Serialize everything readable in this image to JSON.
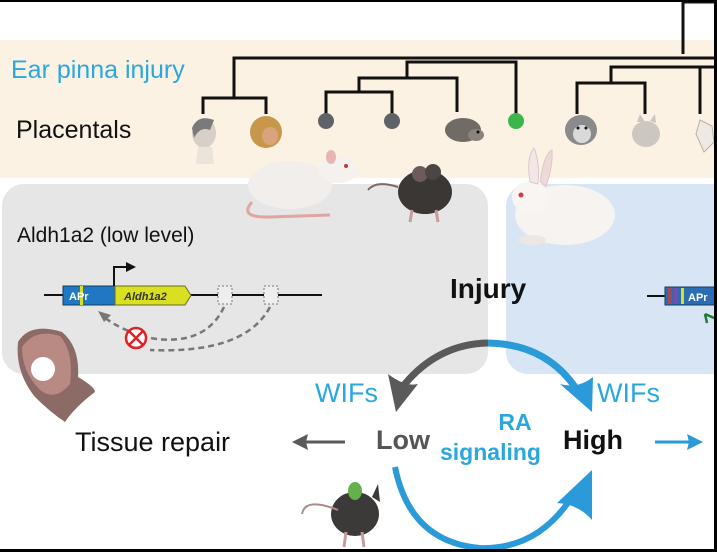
{
  "figure": {
    "title_left": "Ear pinna injury",
    "group_label": "Placentals",
    "panel_left_title": "Aldh1a2 (low level)",
    "center_label": "Injury",
    "gene_construct": {
      "promoter_label": "APr",
      "gene_label": "Aldh1a2",
      "right_promoter_label": "APr"
    },
    "cycle": {
      "wifs_left": "WIFs",
      "wifs_right": "WIFs",
      "outcome_left": "Tissue repair",
      "low_label": "Low",
      "ra_label_line1": "RA",
      "ra_label_line2": "signaling",
      "high_label": "High"
    },
    "phylogeny_tips": [
      {
        "name": "human",
        "kind": "icon"
      },
      {
        "name": "monkey",
        "kind": "icon"
      },
      {
        "name": "rodent-1",
        "kind": "grey-dot"
      },
      {
        "name": "rodent-2",
        "kind": "grey-dot"
      },
      {
        "name": "spiny-mouse",
        "kind": "icon"
      },
      {
        "name": "rabbit",
        "kind": "green-dot"
      },
      {
        "name": "dog",
        "kind": "icon"
      },
      {
        "name": "cat",
        "kind": "icon"
      },
      {
        "name": "goat",
        "kind": "icon"
      }
    ],
    "colors": {
      "accent_blue": "#2aa7dd",
      "band_beige": "#fbf2e4",
      "panel_grey": "#e6e6e6",
      "panel_blue": "#d7e5f4",
      "green_dot": "#3db54a",
      "grey_dot": "#5f6266",
      "arrow_grey": "#5a5a5a",
      "arrow_blue": "#2a9ad8",
      "gene_yellow": "#d9e021",
      "promoter_blue": "#1f78c1",
      "inhibit_red": "#e02127"
    }
  }
}
